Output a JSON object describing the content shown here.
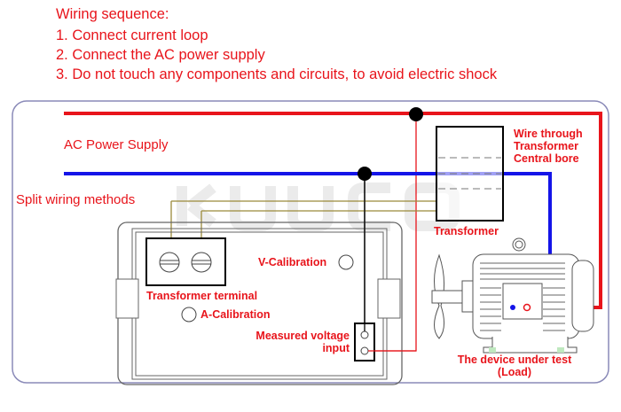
{
  "instructions": {
    "heading": "Wiring sequence:",
    "steps": [
      "1. Connect current loop",
      "2. Connect the AC power supply",
      "3. Do not touch any components and circuits, to avoid electric shock"
    ]
  },
  "diagram": {
    "ac_power_supply": "AC Power Supply",
    "split_wiring": "Split wiring methods",
    "wire_through": [
      "Wire through",
      "Transformer",
      "Central bore"
    ],
    "transformer": "Transformer",
    "transformer_terminal": "Transformer terminal",
    "v_calibration": "V-Calibration",
    "a_calibration": "A-Calibration",
    "measured_voltage": [
      "Measured voltage",
      "input"
    ],
    "device_under_test": [
      "The device under test",
      "(Load)"
    ],
    "watermark": "KUUCO"
  },
  "colors": {
    "text_red": "#e8141b",
    "live_wire": "#e8141b",
    "neutral_wire": "#1414e8",
    "split_wire": "#9b8a3a",
    "frame": "#8a8ab8"
  }
}
